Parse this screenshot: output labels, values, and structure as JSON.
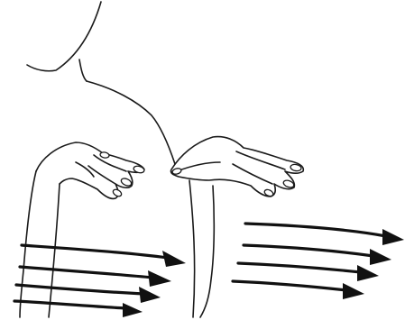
{
  "illustration": {
    "subject": "sign-language",
    "ink_color": "#1a1a1a",
    "arrow_color": "#111111",
    "background": "#ffffff",
    "motion_arrows": {
      "left_hand_group": 4,
      "right_hand_group": 4,
      "direction": "right"
    }
  }
}
